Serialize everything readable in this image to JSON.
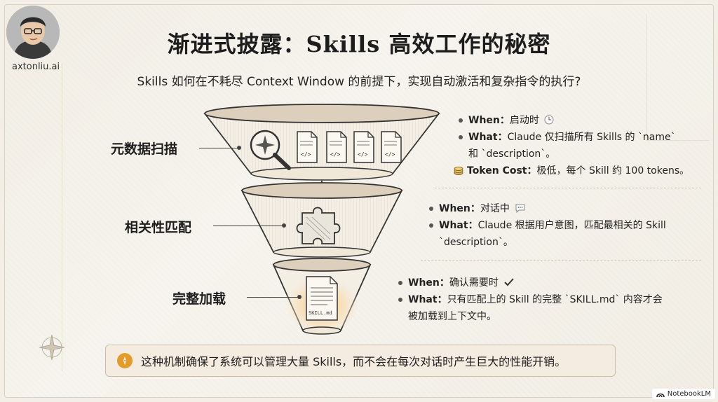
{
  "author": {
    "handle": "axtonliu.ai"
  },
  "header": {
    "title": "渐进式披露：Skills 高效工作的秘密",
    "subtitle": "Skills 如何在不耗尽 Context Window 的前提下，实现自动激活和复杂指令的执行?"
  },
  "stages": [
    {
      "label": "元数据扫描",
      "info": {
        "when_key": "When",
        "when_value": "启动时",
        "when_icon": "clock-icon",
        "what_key": "What",
        "what_value_line1": "Claude 仅扫描所有 Skills 的 `name`",
        "what_value_line2": "和 `description`。",
        "cost_key": "Token Cost",
        "cost_value": "极低，每个 Skill 约 100 tokens。",
        "cost_icon": "coins-icon"
      }
    },
    {
      "label": "相关性匹配",
      "info": {
        "when_key": "When",
        "when_value": "对话中",
        "when_icon": "chat-bubble-icon",
        "what_key": "What",
        "what_value_line1": "Claude 根据用户意图，匹配最相关的 Skill",
        "what_value_line2": "`description`。"
      }
    },
    {
      "label": "完整加载",
      "info": {
        "when_key": "When",
        "when_value": "确认需要时",
        "when_icon": "checkmark-icon",
        "what_key": "What",
        "what_value_line1": "只有匹配上的 Skill 的完整 `SKILL.md` 内容才会",
        "what_value_line2": "被加载到上下文中。"
      }
    }
  ],
  "funnel": {
    "file_icon_text": "</>",
    "skill_file_label": "SKILL.md"
  },
  "footer": {
    "note": "这种机制确保了系统可以管理大量 Skills，而不会在每次对话时产生巨大的性能开销。",
    "badge_icon": "compass-icon"
  },
  "watermark": "NotebookLM",
  "colors": {
    "accent": "#e39b2c",
    "background": "#f2eee5",
    "ink": "#1e1e1e"
  }
}
